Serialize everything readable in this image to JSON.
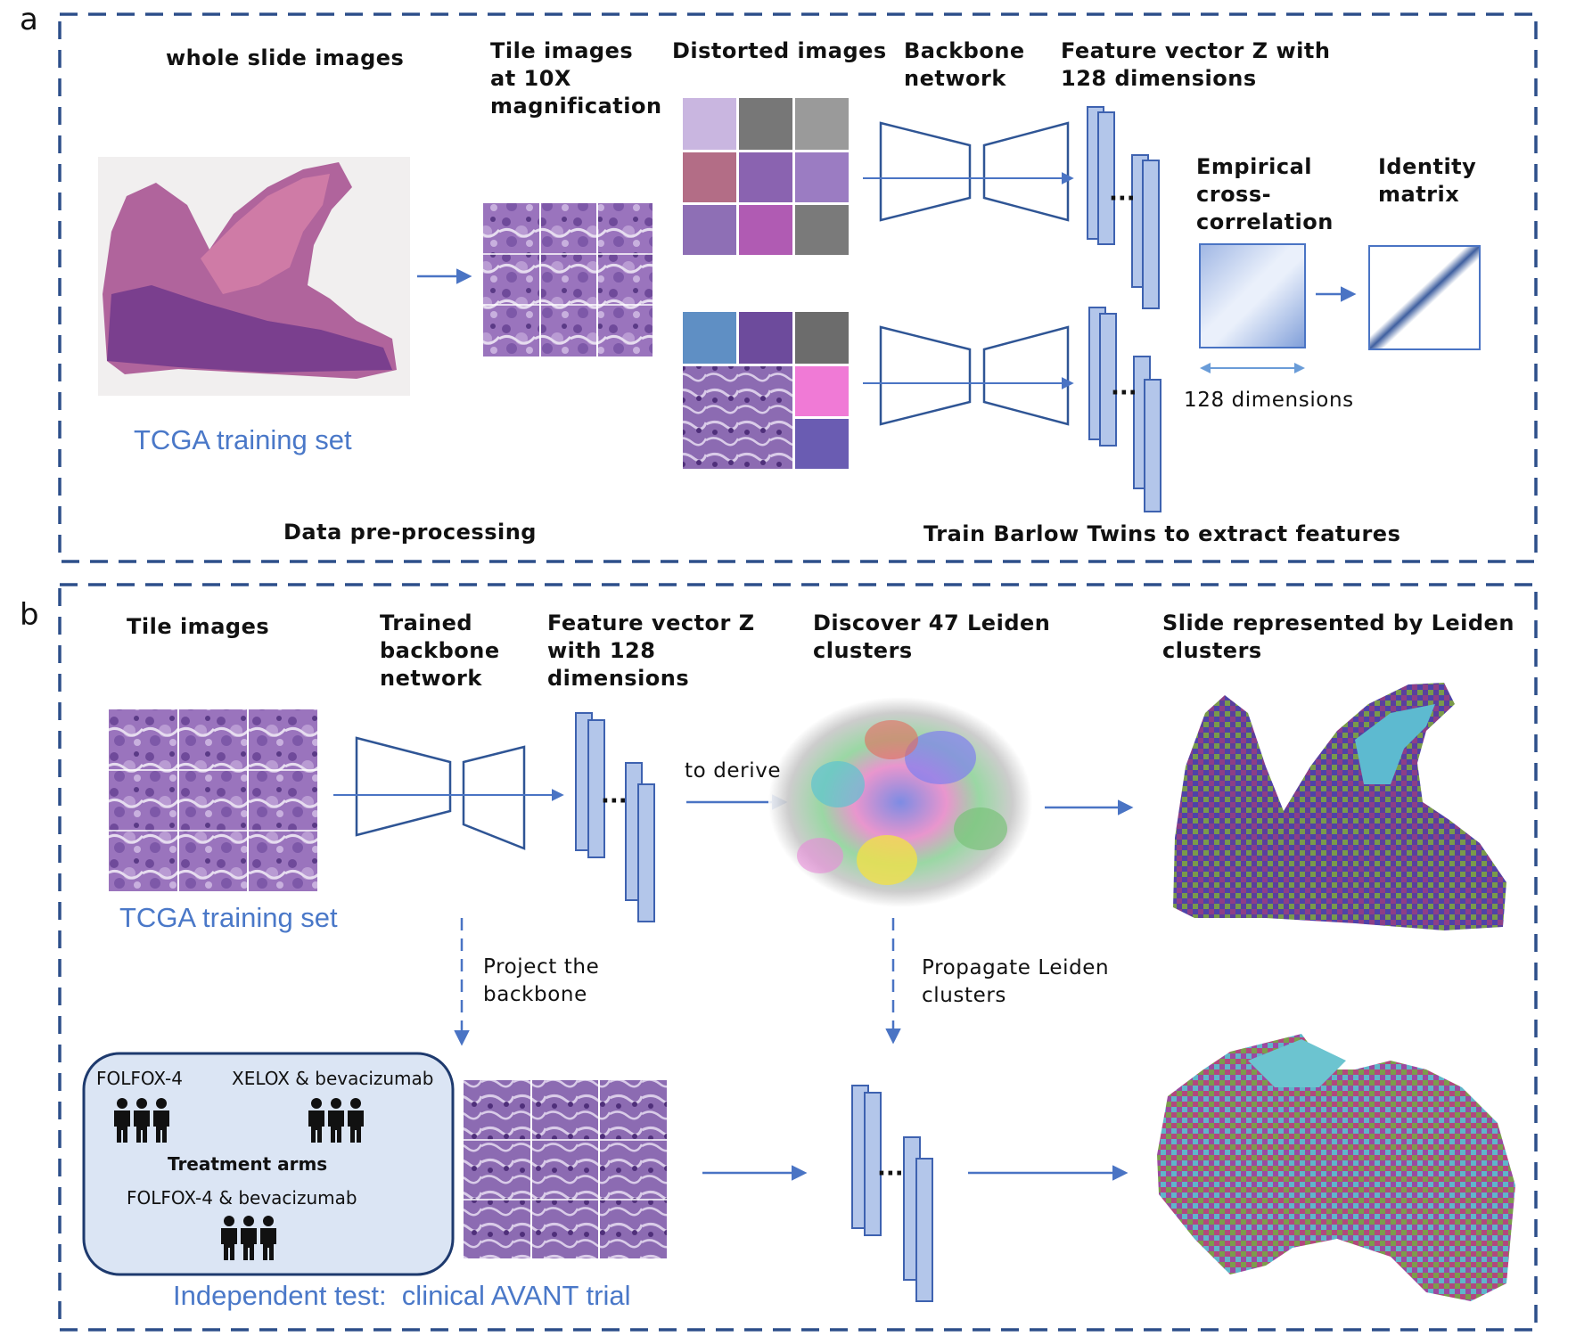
{
  "panel_a": {
    "letter": "a",
    "whole_slide": "whole slide images",
    "tile_images": "Tile images\nat 10X\nmagnification",
    "distorted": "Distorted images",
    "backbone": "Backbone\nnetwork",
    "feature_vector": "Feature vector Z with\n128 dimensions",
    "empirical": "Empirical\ncross-\ncorrelation",
    "identity": "Identity\nmatrix",
    "dimensions": "128 dimensions",
    "training_set": "TCGA training set",
    "preprocessing": "Data pre-processing",
    "train_barlow": "Train Barlow Twins to extract features",
    "ellipsis": "···"
  },
  "panel_b": {
    "letter": "b",
    "tile_images": "Tile images",
    "trained_backbone": "Trained\nbackbone\nnetwork",
    "feature_vector": "Feature vector Z\nwith 128\ndimensions",
    "discover": "Discover 47 Leiden\nclusters",
    "slide_repr": "Slide represented by Leiden\nclusters",
    "to_derive": "to derive",
    "training_set": "TCGA training set",
    "project": "Project the\nbackbone",
    "propagate": "Propagate Leiden\nclusters",
    "arm1": "FOLFOX-4",
    "arm2": "XELOX & bevacizumab",
    "arms_title": "Treatment arms",
    "arm3": "FOLFOX-4 & bevacizumab",
    "independent": "Independent test:  clinical AVANT trial",
    "ellipsis": "···"
  },
  "colors": {
    "frame": "#2d4f8a",
    "arrow": "#4a74c4",
    "vector_fill": "#b3c6ea",
    "vector_stroke": "#3e62b0",
    "network_stroke": "#2f5595",
    "blue_text": "#4a78c8",
    "arms_box": "#dbe5f4",
    "tissue": "#8b5db0"
  }
}
